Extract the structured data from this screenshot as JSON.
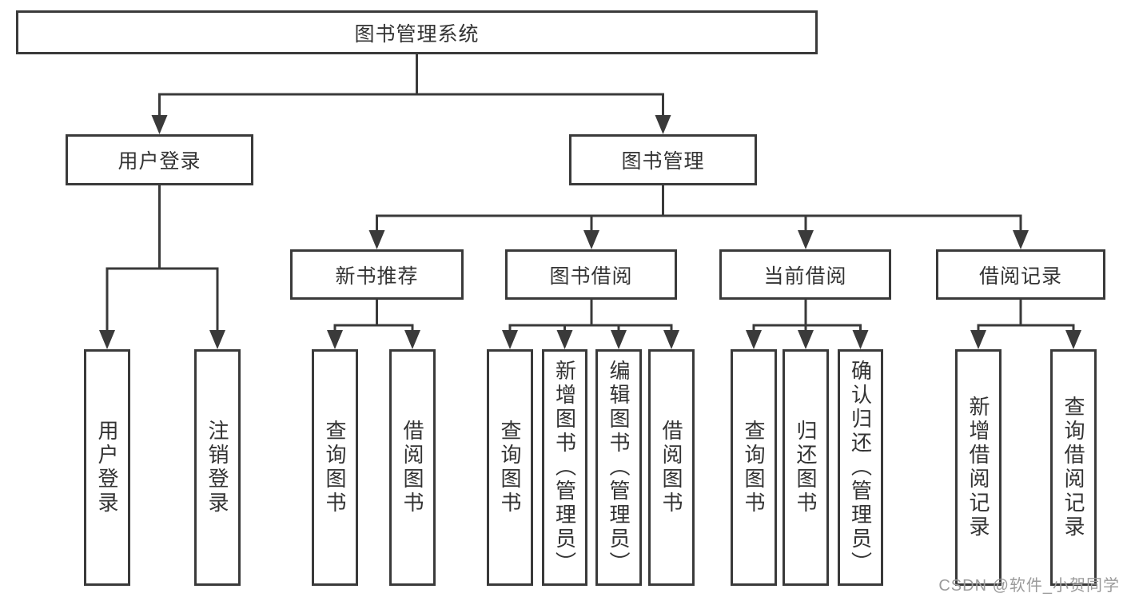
{
  "tree": {
    "root": {
      "label": "图书管理系统"
    },
    "user_branch": {
      "label": "用户登录",
      "children": [
        {
          "label": "用户登录"
        },
        {
          "label": "注销登录"
        }
      ]
    },
    "book_branch": {
      "label": "图书管理",
      "groups": [
        {
          "label": "新书推荐",
          "children": [
            {
              "label": "查询图书"
            },
            {
              "label": "借阅图书"
            }
          ]
        },
        {
          "label": "图书借阅",
          "children": [
            {
              "label": "查询图书"
            },
            {
              "label": "新增图书（管理员）"
            },
            {
              "label": "编辑图书（管理员）"
            },
            {
              "label": "借阅图书"
            }
          ]
        },
        {
          "label": "当前借阅",
          "children": [
            {
              "label": "查询图书"
            },
            {
              "label": "归还图书"
            },
            {
              "label": "确认归还（管理员）"
            }
          ]
        },
        {
          "label": "借阅记录",
          "children": [
            {
              "label": "新增借阅记录"
            },
            {
              "label": "查询借阅记录"
            }
          ]
        }
      ]
    }
  },
  "watermark": "CSDN @软件_小贺同学",
  "colors": {
    "line": "#3a3a3a",
    "text": "#333333",
    "watermark": "#9b9b9b",
    "background": "#ffffff"
  }
}
